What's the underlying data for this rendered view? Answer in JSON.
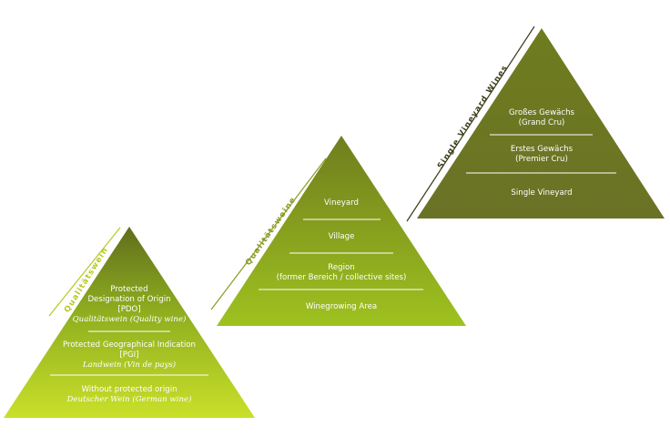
{
  "pyramids": [
    {
      "side_title": "Qualitätswein",
      "side_color": "#b5c91a",
      "levels": [
        {
          "lines": [
            "Protected",
            "Designation of Origin",
            "[PDO]"
          ],
          "italic": "Qualitätswein (Quality wine)"
        },
        {
          "lines": [
            "Protected Geographical Indication",
            "[PGI]"
          ],
          "italic": "Landwein (Vin de pays)"
        },
        {
          "lines": [
            "Without protected origin"
          ],
          "italic": "Deutscher Wein (German wine)"
        }
      ]
    },
    {
      "side_title": "Qualitätsweine",
      "side_color": "#8a9a22",
      "levels": [
        {
          "lines": [
            "Vineyard"
          ]
        },
        {
          "lines": [
            "Village"
          ]
        },
        {
          "lines": [
            "Region",
            "(former Bereich / collective sites)"
          ]
        },
        {
          "lines": [
            "Winegrowing Area"
          ]
        }
      ]
    },
    {
      "side_title": "Single Vineyard Wines",
      "side_color": "#3c3c1a",
      "levels": [
        {
          "lines": [
            "Großes Gewächs",
            "(Grand Cru)"
          ]
        },
        {
          "lines": [
            "Erstes Gewächs",
            "(Premier Cru)"
          ]
        },
        {
          "lines": [
            "Single Vineyard"
          ]
        }
      ]
    }
  ],
  "colors": {
    "p1_top": "#5f6d1c",
    "p1_bottom": "#c9e02a",
    "p2_top": "#6f7d1e",
    "p2_bottom": "#9fc21f",
    "p3_top": "#6e7a1f",
    "p3_bottom": "#6a7226"
  }
}
